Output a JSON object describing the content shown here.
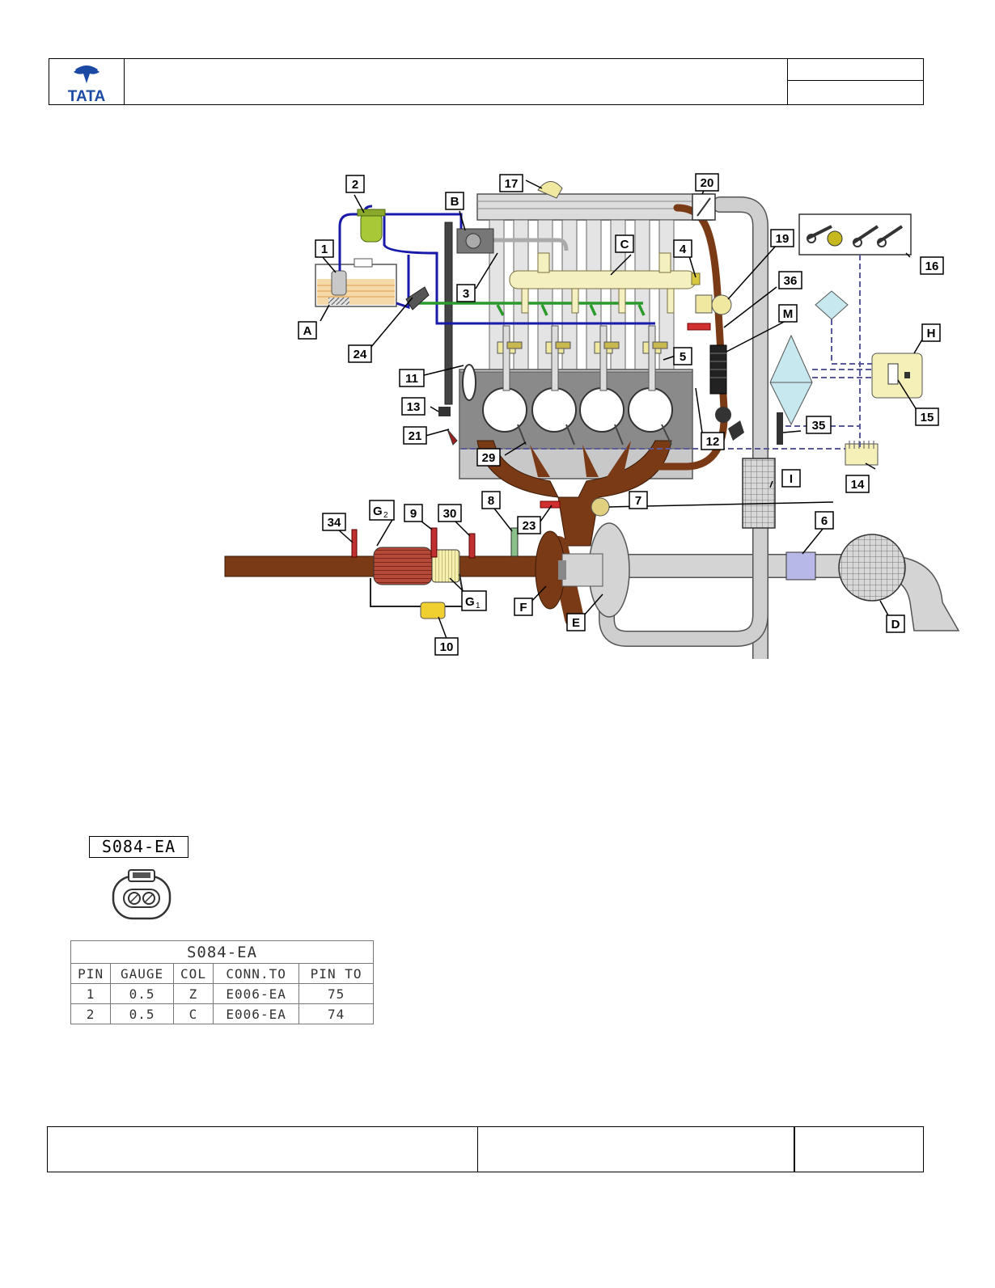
{
  "header": {
    "logo_text": "TATA"
  },
  "diagram": {
    "labels": {
      "l1": "1",
      "l2": "2",
      "l3": "3",
      "l4": "4",
      "l5": "5",
      "l6": "6",
      "l7": "7",
      "l8": "8",
      "l9": "9",
      "l10": "10",
      "l11": "11",
      "l12": "12",
      "l13": "13",
      "l14": "14",
      "l15": "15",
      "l16": "16",
      "l17": "17",
      "l19": "19",
      "l20": "20",
      "l21": "21",
      "l23": "23",
      "l24": "24",
      "l29": "29",
      "l30": "30",
      "l34": "34",
      "l35": "35",
      "l36": "36",
      "lA": "A",
      "lB": "B",
      "lC": "C",
      "lD": "D",
      "lE": "E",
      "lF": "F",
      "lG1": "G",
      "lG1sub": "1",
      "lG2": "G",
      "lG2sub": "2",
      "lH": "H",
      "lI": "I",
      "lM": "M"
    },
    "colors": {
      "fuel_line": "#1a1aaa",
      "return_line": "#2a9a2a",
      "exhaust": "#7a3a16",
      "intake": "#c8c8c8",
      "signal": "#5a5a9a"
    }
  },
  "connector": {
    "id": "S084-EA",
    "icon": "two-pin-connector-icon",
    "table": {
      "title": "S084-EA",
      "headers": [
        "PIN",
        "GAUGE",
        "COL",
        "CONN.TO",
        "PIN TO"
      ],
      "rows": [
        [
          "1",
          "0.5",
          "Z",
          "E006-EA",
          "75"
        ],
        [
          "2",
          "0.5",
          "C",
          "E006-EA",
          "74"
        ]
      ]
    }
  }
}
